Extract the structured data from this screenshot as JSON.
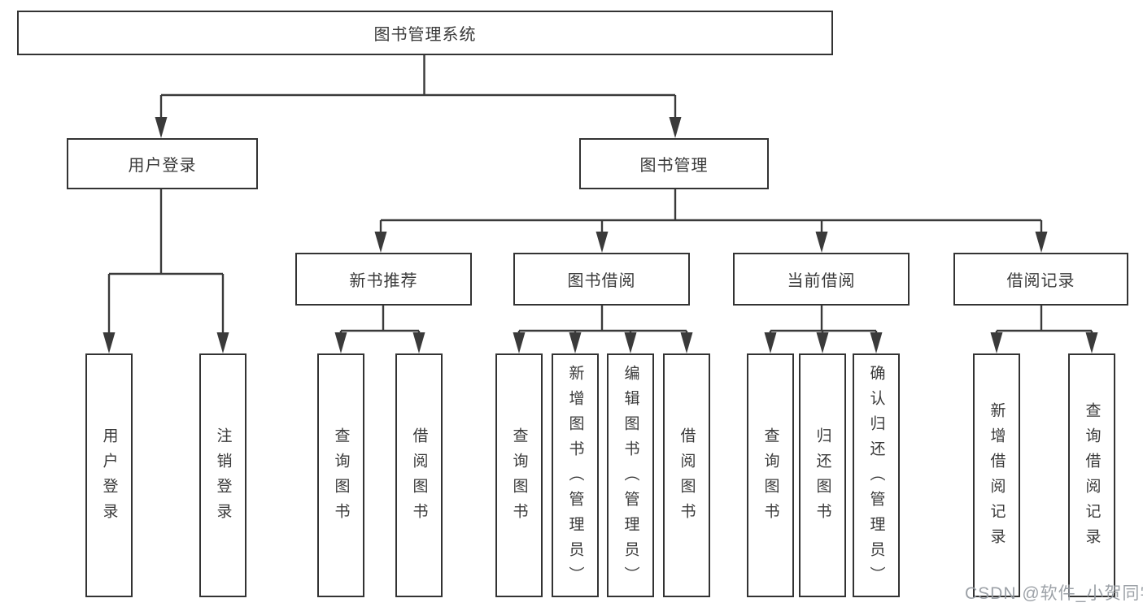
{
  "diagram": {
    "title": "图书管理系统",
    "root": {
      "label": "图书管理系统"
    },
    "level2": [
      {
        "label": "用户登录"
      },
      {
        "label": "图书管理"
      }
    ],
    "level3": [
      {
        "label": "新书推荐"
      },
      {
        "label": "图书借阅"
      },
      {
        "label": "当前借阅"
      },
      {
        "label": "借阅记录"
      }
    ],
    "leaves": {
      "login": [
        "用户登录",
        "注销登录"
      ],
      "newbook": [
        "查询图书",
        "借阅图书"
      ],
      "borrow": [
        "查询图书",
        "新增图书（管理员）",
        "编辑图书（管理员）",
        "借阅图书"
      ],
      "current": [
        "查询图书",
        "归还图书",
        "确认归还（管理员）"
      ],
      "records": [
        "新增借阅记录",
        "查询借阅记录"
      ]
    },
    "colors": {
      "line": "#3a3a3a",
      "border": "#333333",
      "text": "#3a3a3a",
      "background": "#ffffff",
      "watermark": "#9499a0"
    },
    "watermark": "CSDN @软件_小贺同学"
  }
}
